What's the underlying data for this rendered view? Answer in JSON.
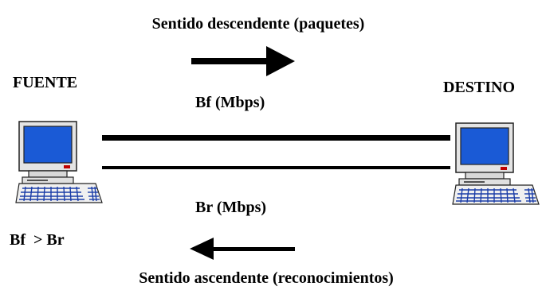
{
  "labels": {
    "downstream": "Sentido descendente (paquetes)",
    "upstream": "Sentido ascendente (reconocimientos)",
    "source": "FUENTE",
    "destination": "DESTINO",
    "forward_bandwidth": "Bf (Mbps)",
    "reverse_bandwidth": "Br (Mbps)",
    "condition": "Bf  > Br"
  },
  "icons": {
    "source_computer": "desktop-computer-icon",
    "destination_computer": "desktop-computer-icon",
    "downstream_arrow": "arrow-right-icon",
    "upstream_arrow": "arrow-left-icon"
  },
  "colors": {
    "screen": "#1a5ad6",
    "case": "#e8e8e8",
    "line": "#000000"
  }
}
